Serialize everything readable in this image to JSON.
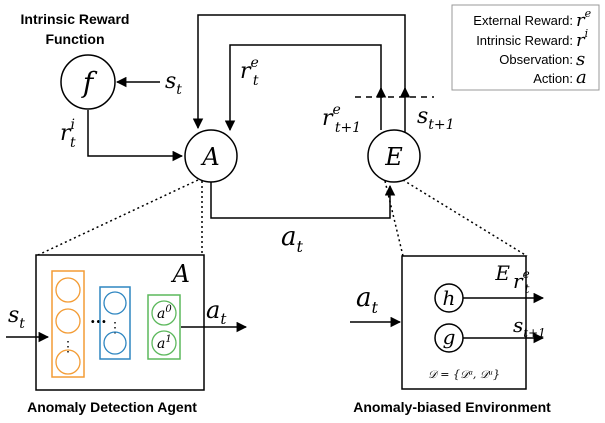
{
  "reward_function": {
    "title_line1": "Intrinsic Reward",
    "title_line2": "Function",
    "node": "f"
  },
  "nodes": {
    "agent": "A",
    "environment": "E"
  },
  "edge_labels": {
    "s_t": {
      "base": "s",
      "sub": "t"
    },
    "r_t_i": {
      "base": "r",
      "sup": "i",
      "sub": "t"
    },
    "r_t_e": {
      "base": "r",
      "sup": "e",
      "sub": "t"
    },
    "r_t1_e": {
      "base": "r",
      "sup": "e",
      "sub": "t+1"
    },
    "s_t1": {
      "base": "s",
      "sub": "t+1"
    },
    "a_t": {
      "base": "a",
      "sub": "t"
    }
  },
  "legend": {
    "items": [
      {
        "label": "External Reward:",
        "symbol": "r",
        "sup": "e"
      },
      {
        "label": "Intrinsic Reward:",
        "symbol": "r",
        "sup": "i"
      },
      {
        "label": "Observation:",
        "symbol": "s"
      },
      {
        "label": "Action:",
        "symbol": "a"
      }
    ]
  },
  "agent_detail": {
    "box_label": "A",
    "input": {
      "base": "s",
      "sub": "t"
    },
    "output": {
      "base": "a",
      "sub": "t"
    },
    "layer_dots": "⋮",
    "between_dots": "···",
    "outputs": [
      {
        "base": "a",
        "sup": "0"
      },
      {
        "base": "a",
        "sup": "1"
      }
    ],
    "colors": {
      "layer1": "#f39c35",
      "layer2": "#2e86c1",
      "output_layer": "#5cb85c"
    },
    "caption": "Anomaly Detection Agent"
  },
  "env_detail": {
    "box_label": "E",
    "input": {
      "base": "a",
      "sub": "t"
    },
    "h_node": "h",
    "g_node": "g",
    "h_output": {
      "base": "r",
      "sup": "e",
      "sub": "t"
    },
    "g_output": {
      "base": "s",
      "sub": "t+1"
    },
    "dataset_formula": "𝒟 = {𝒟ᵃ, 𝒟ᵘ}",
    "caption": "Anomaly-biased Environment"
  }
}
